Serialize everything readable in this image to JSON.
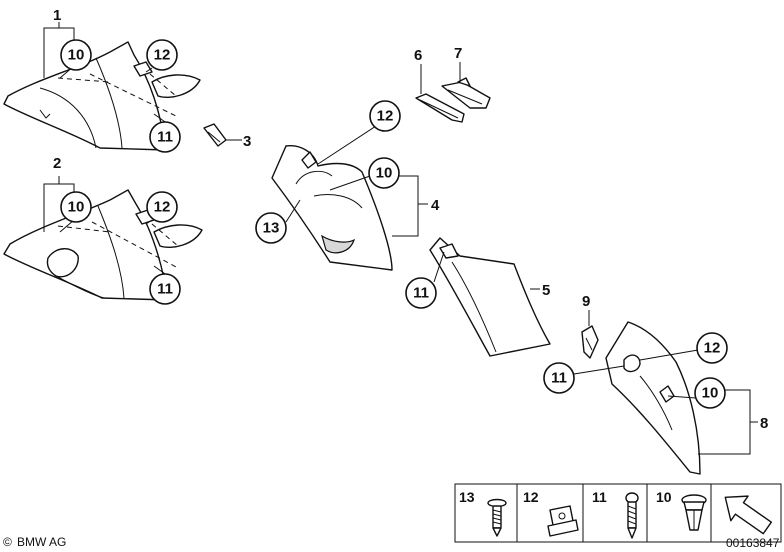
{
  "brand": {
    "copyright_symbol": "©",
    "name": "BMW AG"
  },
  "drawing_number": "00163847",
  "part_labels": {
    "p1": "1",
    "p2": "2",
    "p3": "3",
    "p4": "4",
    "p5": "5",
    "p6": "6",
    "p7": "7",
    "p8": "8",
    "p9": "9"
  },
  "callouts": {
    "a10": "10",
    "a12": "12",
    "a11": "11",
    "b10": "10",
    "b12": "12",
    "b11": "11",
    "c12": "12",
    "c10": "10",
    "c13": "13",
    "d11": "11",
    "e12": "12",
    "e11": "11",
    "e10": "10"
  },
  "legend": [
    "13",
    "12",
    "11",
    "10"
  ],
  "icons": [
    "screw-icon",
    "clip-nut-icon",
    "self-tapping-screw-icon",
    "expanding-rivet-icon",
    "direction-arrow-icon"
  ]
}
